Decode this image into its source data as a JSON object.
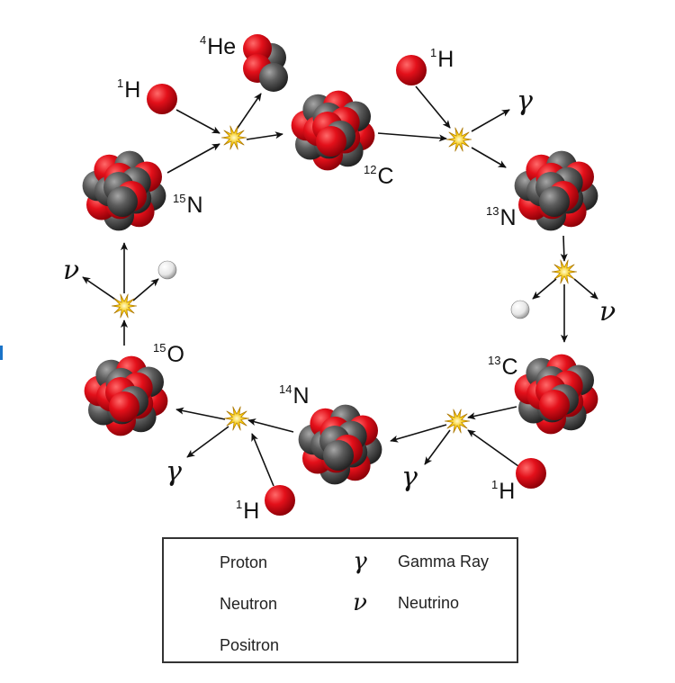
{
  "nuclei": {
    "c12": {
      "mass": "12",
      "symbol": "C"
    },
    "n13": {
      "mass": "13",
      "symbol": "N"
    },
    "c13": {
      "mass": "13",
      "symbol": "C"
    },
    "n14": {
      "mass": "14",
      "symbol": "N"
    },
    "o15": {
      "mass": "15",
      "symbol": "O"
    },
    "n15": {
      "mass": "15",
      "symbol": "N"
    },
    "he4": {
      "mass": "4",
      "symbol": "He"
    }
  },
  "hydrogen": {
    "mass": "1",
    "symbol": "H"
  },
  "symbols": {
    "gamma": "γ",
    "neutrino": "ν"
  },
  "legend": {
    "proton": "Proton",
    "neutron": "Neutron",
    "positron": "Positron",
    "gamma_symbol": "γ",
    "gamma": "Gamma Ray",
    "neutrino_symbol": "ν",
    "neutrino": "Neutrino"
  },
  "colors": {
    "proton": "#e3101a",
    "neutron": "#555555",
    "positron": "#f2f2f2",
    "flash": "#f5c400"
  }
}
